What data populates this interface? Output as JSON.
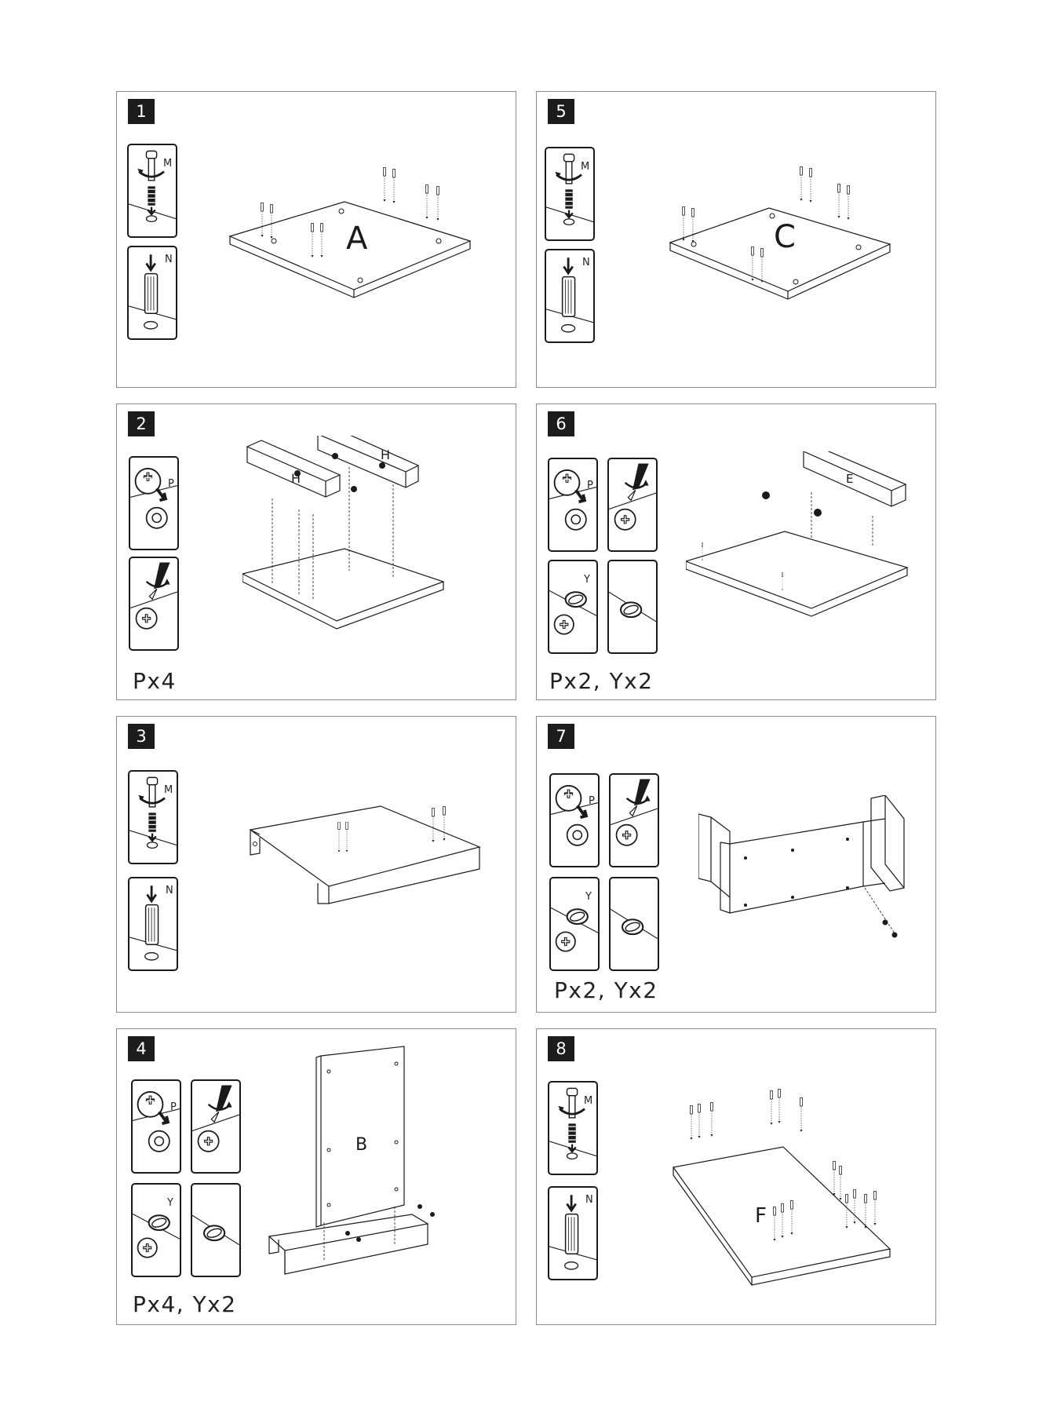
{
  "steps": [
    {
      "number": "1",
      "parts": [
        "M",
        "N"
      ],
      "panel_label": "A",
      "quantity": ""
    },
    {
      "number": "2",
      "parts": [
        "P"
      ],
      "panel_label": "H",
      "quantity": "Px4"
    },
    {
      "number": "3",
      "parts": [
        "M",
        "N"
      ],
      "panel_label": "",
      "quantity": ""
    },
    {
      "number": "4",
      "parts": [
        "P",
        "Y"
      ],
      "panel_label": "B",
      "quantity": "Px4, Yx2"
    },
    {
      "number": "5",
      "parts": [
        "M",
        "N"
      ],
      "panel_label": "C",
      "quantity": ""
    },
    {
      "number": "6",
      "parts": [
        "P",
        "Y"
      ],
      "panel_label": "E",
      "quantity": "Px2, Yx2"
    },
    {
      "number": "7",
      "parts": [
        "P",
        "Y"
      ],
      "panel_label": "",
      "quantity": "Px2, Yx2"
    },
    {
      "number": "8",
      "parts": [
        "M",
        "N"
      ],
      "panel_label": "F",
      "quantity": ""
    }
  ]
}
